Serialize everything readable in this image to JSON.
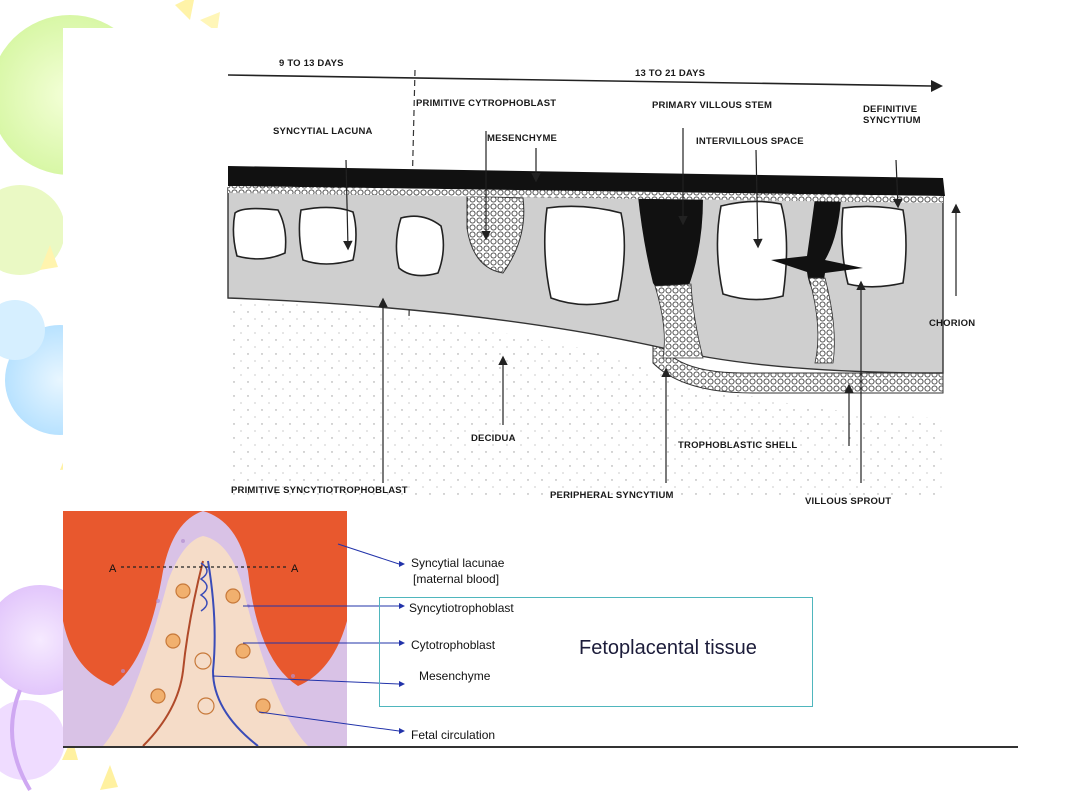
{
  "timeline": {
    "early": "9 TO 13 DAYS",
    "late": "13 TO 21 DAYS"
  },
  "upper_labels": {
    "primitive_cytrophoblast": "PRIMITIVE CYTROPHOBLAST",
    "primary_villous_stem": "PRIMARY VILLOUS STEM",
    "definitive_syncytium": "DEFINITIVE SYNCYTIUM",
    "syncytial_lacuna": "SYNCYTIAL LACUNA",
    "mesenchyme": "MESENCHYME",
    "intervillous_space": "INTERVILLOUS SPACE",
    "chorion": "CHORION",
    "decidua": "DECIDUA",
    "trophoblastic_shell": "TROPHOBLASTIC SHELL",
    "primitive_syncytiotrophoblast": "PRIMITIVE SYNCYTIOTROPHOBLAST",
    "peripheral_syncytium": "PERIPHERAL SYNCYTIUM",
    "villous_sprout": "VILLOUS SPROUT"
  },
  "lower": {
    "section_mark": "A",
    "labels": {
      "syncytial_lacunae_1": "Syncytial lacunae",
      "syncytial_lacunae_2": "[maternal blood]",
      "syncytiotrophoblast": "Syncytiotrophoblast",
      "cytotrophoblast": "Cytotrophoblast",
      "mesenchyme": "Mesenchyme",
      "fetal_circulation": "Fetal circulation"
    },
    "box_title": "Fetoplacental tissue"
  },
  "colors": {
    "maternal_blood": "#e8582e",
    "syncytium": "#d9c2e6",
    "leader_line": "#2233aa",
    "box_border": "#4fb6bd"
  }
}
